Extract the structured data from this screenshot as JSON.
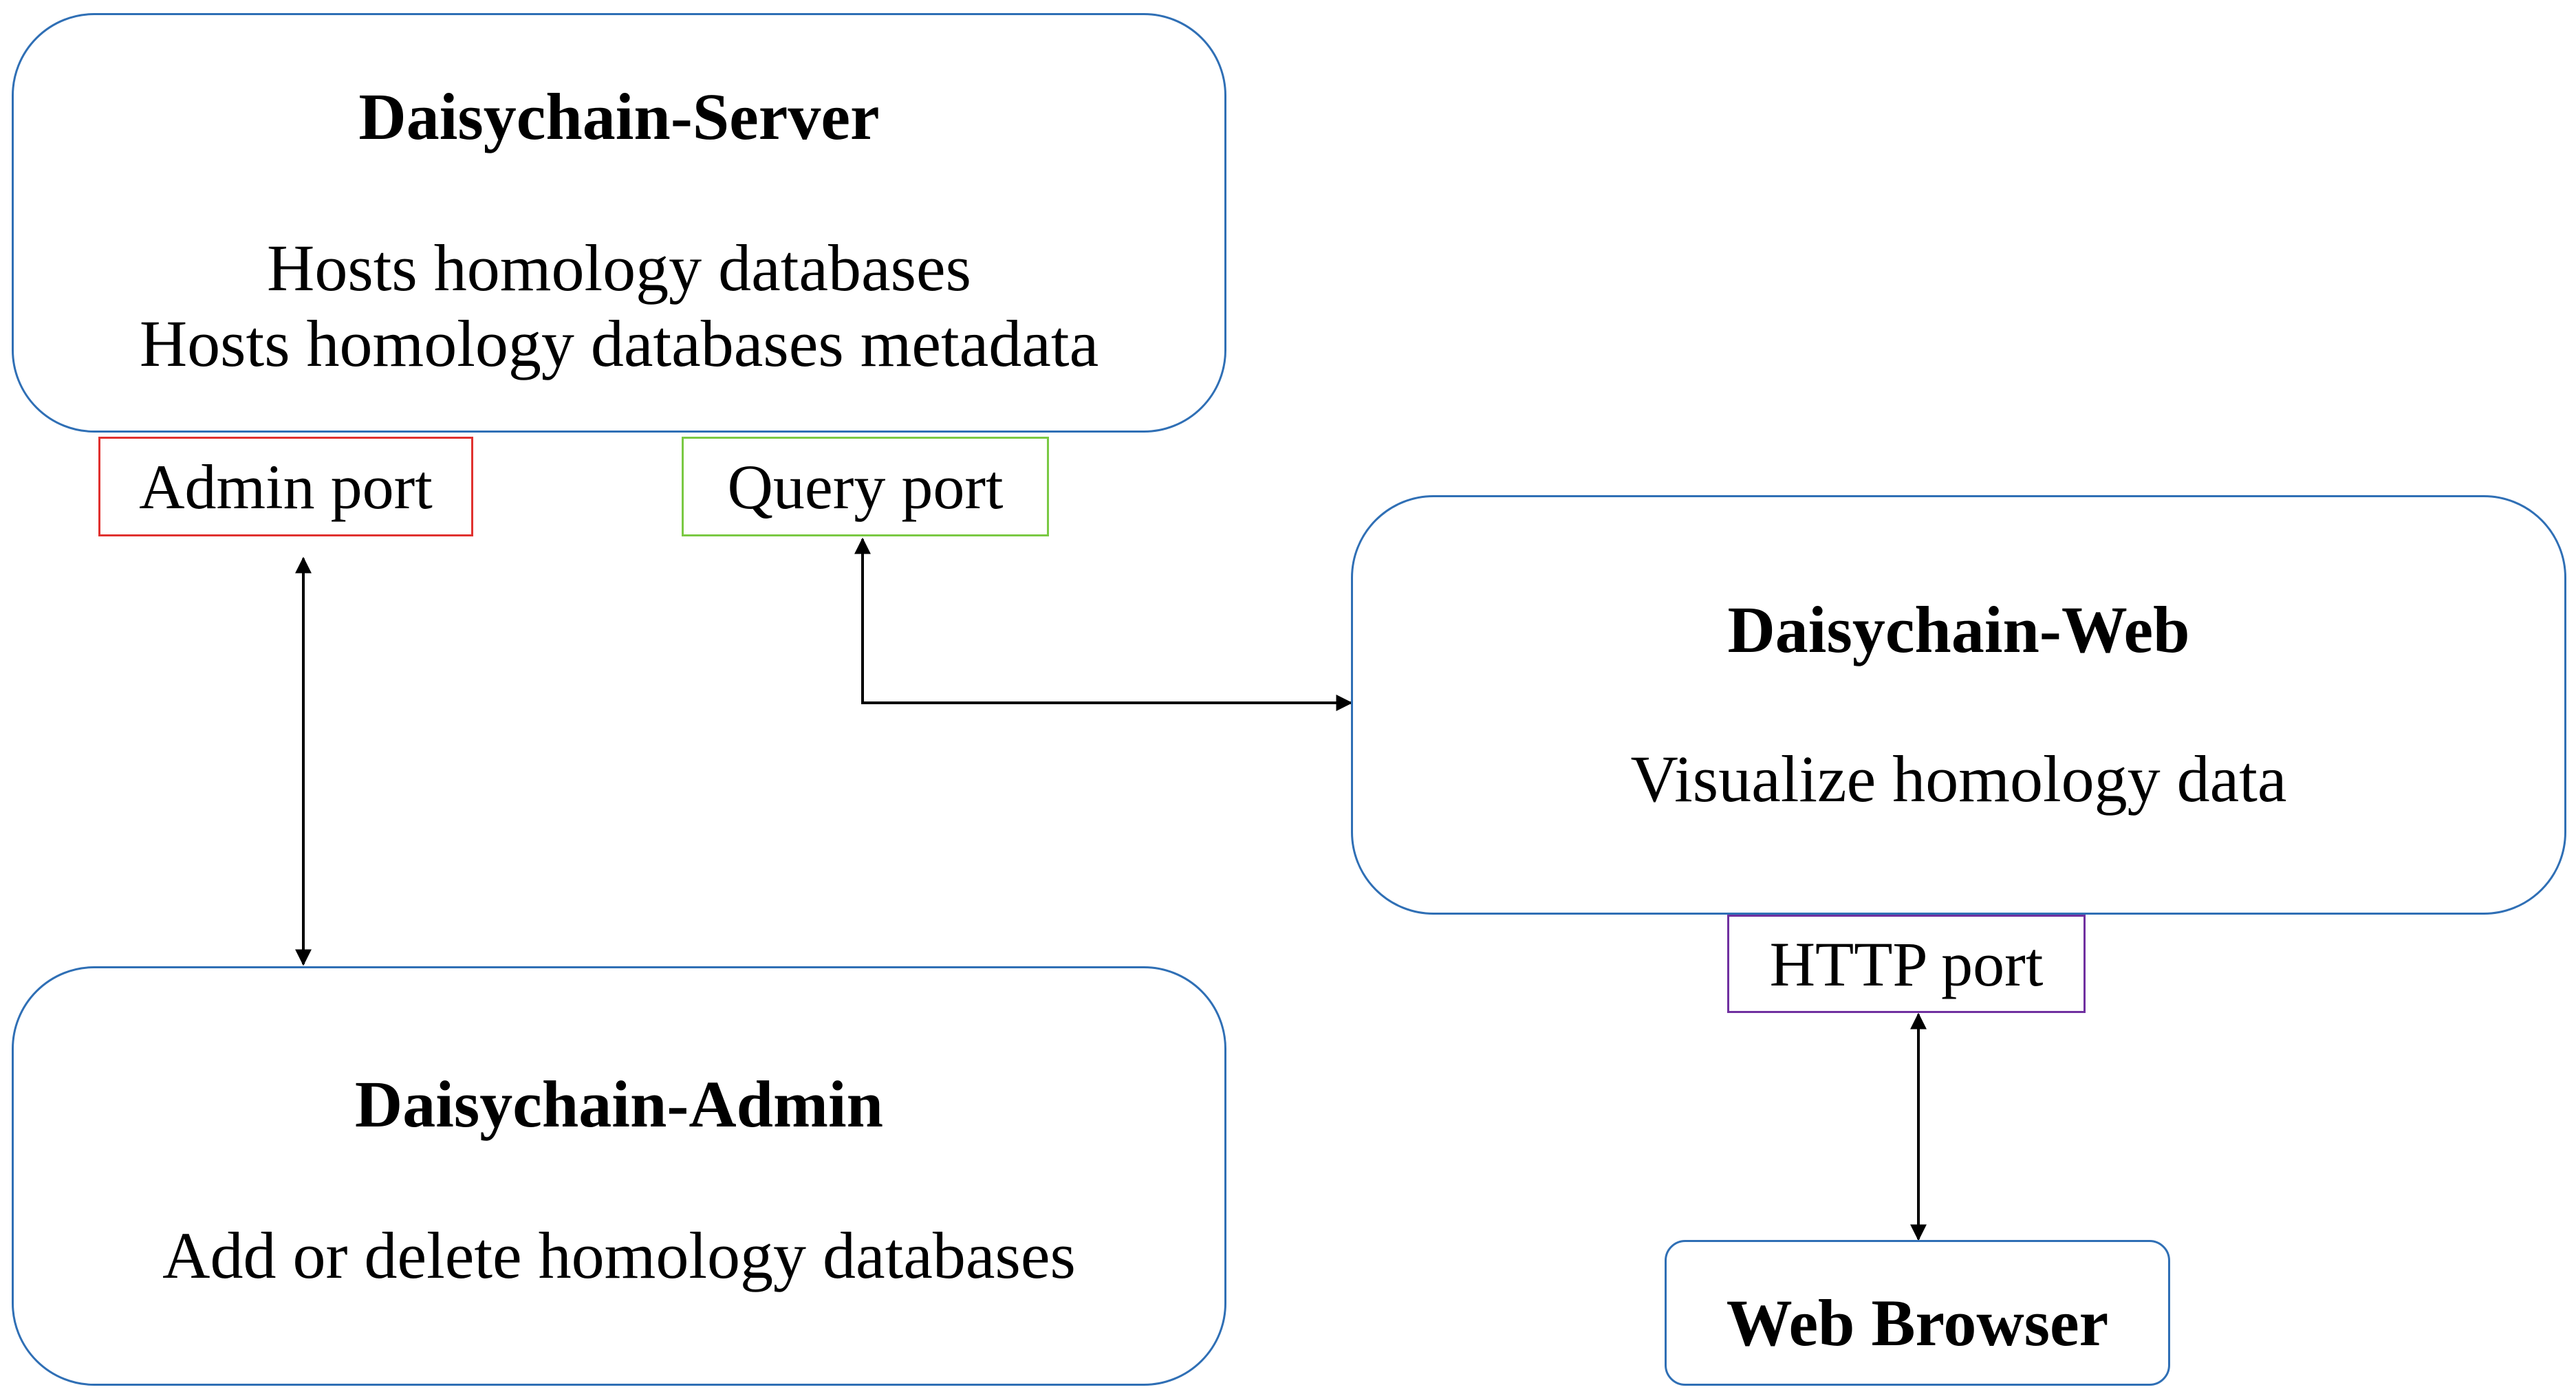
{
  "server": {
    "title": "Daisychain-Server",
    "lines": [
      "Hosts homology databases",
      "Hosts homology databases metadata"
    ]
  },
  "admin": {
    "title": "Daisychain-Admin",
    "lines": [
      "Add or delete homology databases"
    ]
  },
  "web": {
    "title": "Daisychain-Web",
    "lines": [
      "Visualize homology data"
    ]
  },
  "browser": {
    "title": "Web Browser"
  },
  "ports": {
    "admin": "Admin port",
    "query": "Query port",
    "http": "HTTP port"
  },
  "colors": {
    "box_border": "#2f6fb5",
    "admin_port_border": "#e0312f",
    "query_port_border": "#7ac943",
    "http_port_border": "#7030a0",
    "arrow": "#000000"
  }
}
